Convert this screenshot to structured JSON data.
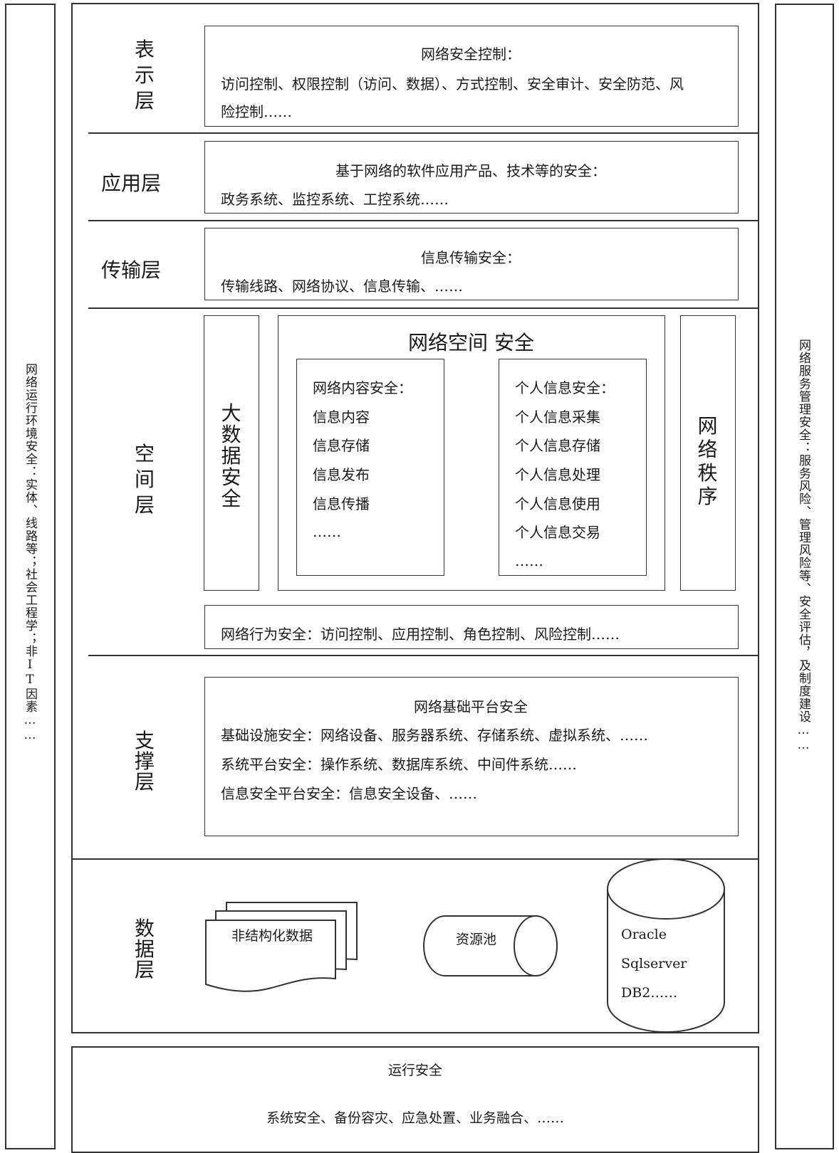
{
  "side_left": {
    "text": "网络运行环境安全：实体、线路等；社会工程学；非IT因素……"
  },
  "side_right": {
    "text": "网络服务管理安全：服务风险、管理风险等、安全评估，及制度建设……"
  },
  "layers": {
    "presentation": {
      "title_lines": [
        "表",
        "示",
        "层"
      ],
      "heading": "网络安全控制：",
      "body_lines": [
        "访问控制、权限控制（访问、数据）、方式控制、安全审计、安全防范、风",
        "险控制……"
      ]
    },
    "application": {
      "title": "应用层",
      "heading": "基于网络的软件应用产品、技术等的安全：",
      "body": "政务系统、监控系统、工控系统……"
    },
    "transport": {
      "title": "传输层",
      "heading": "信息传输安全：",
      "body": "传输线路、网络协议、信息传输、……"
    },
    "space": {
      "title_lines": [
        "空",
        "间",
        "层"
      ],
      "big_data": [
        "大",
        "数",
        "据",
        "安",
        "全"
      ],
      "center_title": "网络空间 安全",
      "content_security": {
        "heading": "网络内容安全：",
        "items": [
          "信息内容",
          "信息存储",
          "信息发布",
          "信息传播",
          "……"
        ]
      },
      "personal_security": {
        "heading": "个人信息安全：",
        "items": [
          "个人信息采集",
          "个人信息存储",
          "个人信息处理",
          "个人信息使用",
          "个人信息交易",
          "……"
        ]
      },
      "order": [
        "网",
        "络",
        "秩",
        "序"
      ],
      "behavior": "网络行为安全：访问控制、应用控制、角色控制、风险控制……"
    },
    "support": {
      "title_lines": [
        "支",
        "撑",
        "层"
      ],
      "heading": "网络基础平台安全",
      "lines": [
        "基础设施安全：网络设备、服务器系统、存储系统、虚拟系统、……",
        "系统平台安全：操作系统、数据库系统、中间件系统……",
        "信息安全平台安全：信息安全设备、……"
      ]
    },
    "data": {
      "title_lines": [
        "数",
        "据",
        "层"
      ],
      "unstructured": "非结构化数据",
      "pool": "资源池",
      "db_lines": [
        "Oracle",
        "Sqlserver",
        "DB2……"
      ]
    }
  },
  "operation": {
    "heading": "运行安全",
    "body": "系统安全、备份容灾、应急处置、业务融合、……"
  }
}
